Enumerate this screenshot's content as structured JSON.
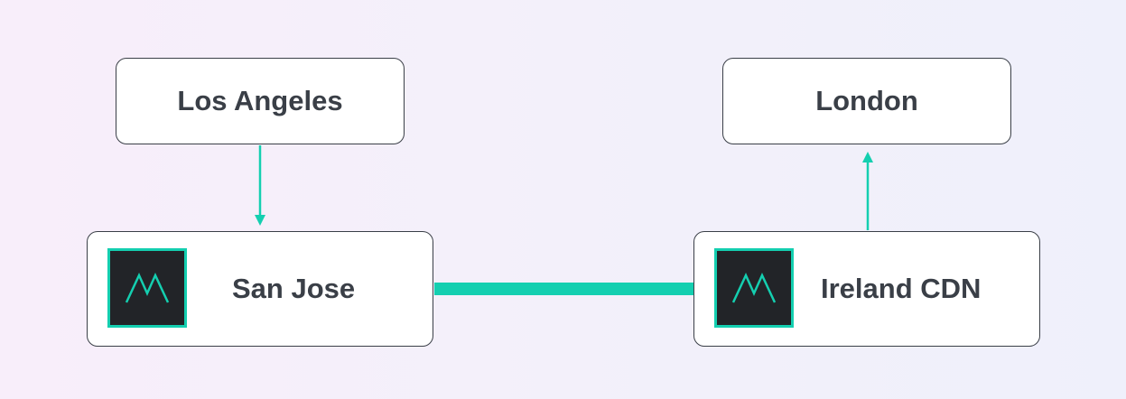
{
  "nodes": {
    "los_angeles": "Los Angeles",
    "london": "London",
    "san_jose": "San Jose",
    "ireland_cdn": "Ireland CDN"
  },
  "colors": {
    "accent": "#14cfb0",
    "node_border": "#3a3f47",
    "text": "#3a3f47",
    "logo_bg": "#222428"
  },
  "icons": {
    "node_logo": "m-logo-icon"
  }
}
